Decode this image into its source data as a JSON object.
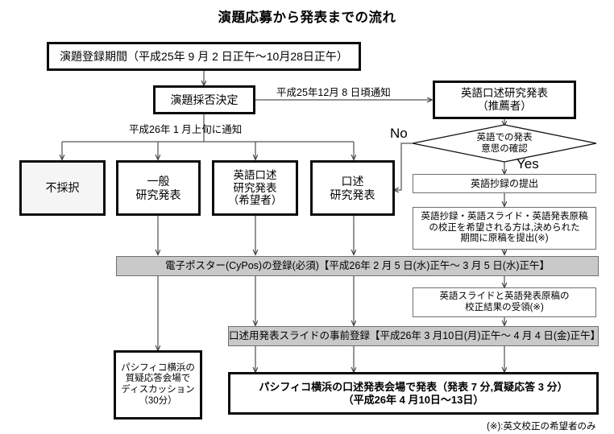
{
  "title": "演題応募から発表までの流れ",
  "nodes": {
    "registration_period": "演題登録期間（平成25年 9 月 2 日正午～10月28日正午）",
    "acceptance_decision": "演題採否決定",
    "english_oral_recommended": "英語口述研究発表\n（推薦者）",
    "decision_english_intent": "英語での発表\n意思の確認",
    "rejected": "不採択",
    "general_research": "一般\n研究発表",
    "english_oral_applicant": "英語口述\n研究発表\n（希望者）",
    "oral_research": "口述\n研究発表",
    "submit_english_abstract": "英語抄録の提出",
    "proofreading_request": "英語抄録・英語スライド・英語発表原稿\nの校正を希望される方は,決められた\n期間に原稿を提出(※)",
    "cypos_registration": "電子ポスター(CyPos)の登録(必須)【平成26年 2 月 5 日(水)正午～ 3 月 5 日(水)正午】",
    "receive_proofread": "英語スライドと英語発表原稿の\n校正結果の受領(※)",
    "slide_preregistration": "口述用発表スライドの事前登録【平成26年 3 月10日(月)正午～ 4 月 4 日(金)正午】",
    "pacifico_discussion": "パシフィコ横浜の\n質疑応答会場で\nディスカッション\n（30分）",
    "pacifico_oral": "パシフィコ横浜の口述発表会場で発表（発表 7 分,質疑応答 3 分）\n（平成26年 4 月10日～13日）"
  },
  "edge_labels": {
    "notify_dec8": "平成25年12月 8 日頃通知",
    "notify_jan": "平成26年 1 月上旬に通知"
  },
  "branch_labels": {
    "no": "No",
    "yes": "Yes"
  },
  "footnote": "(※):英文校正の希望者のみ",
  "colors": {
    "ink": "#0b0b0b",
    "thin_border": "#6f6f6f",
    "banner_fill": "#c9c9c9",
    "soft_fill": "#f5f5f5",
    "wire": "#4a4a4a",
    "page_bg": "#ffffff"
  }
}
